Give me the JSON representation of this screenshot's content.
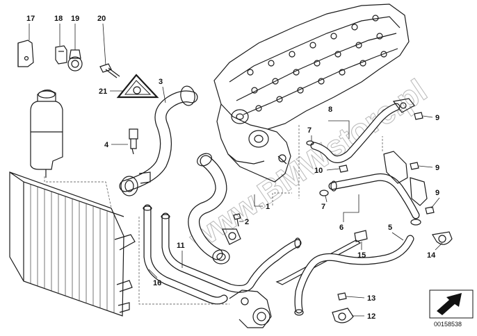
{
  "watermark": "www.BMWstore.pl",
  "diagram_code": "00158538",
  "callouts": [
    {
      "id": "17",
      "label": "17"
    },
    {
      "id": "18",
      "label": "18"
    },
    {
      "id": "19",
      "label": "19"
    },
    {
      "id": "20",
      "label": "20"
    },
    {
      "id": "21",
      "label": "21"
    },
    {
      "id": "3",
      "label": "3"
    },
    {
      "id": "4",
      "label": "4"
    },
    {
      "id": "8",
      "label": "8"
    },
    {
      "id": "7a",
      "label": "7"
    },
    {
      "id": "9a",
      "label": "9"
    },
    {
      "id": "10",
      "label": "10"
    },
    {
      "id": "9b",
      "label": "9"
    },
    {
      "id": "9c",
      "label": "9"
    },
    {
      "id": "7b",
      "label": "7"
    },
    {
      "id": "1",
      "label": "1"
    },
    {
      "id": "2",
      "label": "2"
    },
    {
      "id": "6",
      "label": "6"
    },
    {
      "id": "5",
      "label": "5"
    },
    {
      "id": "14",
      "label": "14"
    },
    {
      "id": "11",
      "label": "11"
    },
    {
      "id": "15",
      "label": "15"
    },
    {
      "id": "16",
      "label": "16"
    },
    {
      "id": "13",
      "label": "13"
    },
    {
      "id": "12",
      "label": "12"
    }
  ]
}
